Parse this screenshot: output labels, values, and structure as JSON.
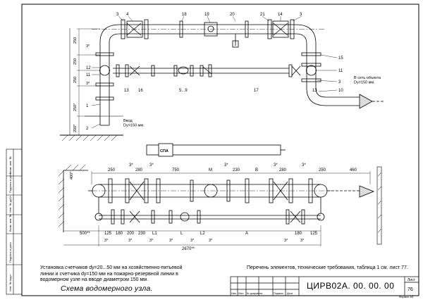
{
  "callouts": {
    "c3a": "3",
    "c4": "4",
    "c18": "18",
    "c19": "19",
    "c20": "20",
    "c21": "21",
    "c14": "14",
    "c3b": "3",
    "c15": "15",
    "c11r": "11",
    "c3r": "3",
    "c10": "10",
    "c12": "12",
    "c11l": "11",
    "c13a": "13",
    "c13b": "13",
    "c16": "16",
    "c5_9": "5...9",
    "c17": "17",
    "c13r": "13",
    "c1": "1",
    "c2": "2"
  },
  "upper_dims": {
    "d250a": "250",
    "d3star_a": "3*",
    "d250b": "250",
    "d250c": "250",
    "d3star_b": "3*",
    "d250d": "250*",
    "d200": "200*"
  },
  "inlet_label": "Ввод\nDy=150 мм.",
  "outlet_label": "В сеть объекта\nDy=150 мм.",
  "plan_top_dims": [
    "250",
    "3*",
    "280",
    "3*",
    "750",
    "M",
    "3*",
    "230",
    "B",
    "3*",
    "280",
    "3*",
    "250",
    "460"
  ],
  "plan_bottom_dims": [
    "500**",
    "125",
    "180",
    "200",
    "230",
    "L1",
    "L",
    "L2",
    "A",
    "180",
    "125"
  ],
  "plan_bottom_stars": [
    "3*",
    "3*",
    "3*",
    "3*",
    "3*",
    "3*",
    "3*",
    "3*"
  ],
  "dim_400": "400*",
  "total_dim": "2670**",
  "meter_label": "СПА",
  "notes": "Установка счетчиков dy=20...50 мм на хозяйственно-питьевой\nлинии и счетчика dy=150 мм на пожарно-резервной линии в\nводомерном узле на вводе диаметром 150 мм.",
  "drawing_title": "Схема водомерного узла.",
  "reference_text": "Перечень элементов, технические требования, таблица 1 см. лист 77.",
  "title_block": {
    "code": "ЦИРВ02А. 00. 00. 00",
    "sheet_label": "Лист",
    "sheet_number": "76",
    "format": "Формат А3",
    "columns": [
      "Изм",
      "Лист",
      "№ документа",
      "Подпись",
      "Дата"
    ]
  },
  "margin_stamp": [
    "Взам. инв. №",
    "Подпись и дата",
    "Инв. № дубл.",
    "Взам. инв. №",
    "Подпись и дата",
    "Инв. № подл."
  ]
}
